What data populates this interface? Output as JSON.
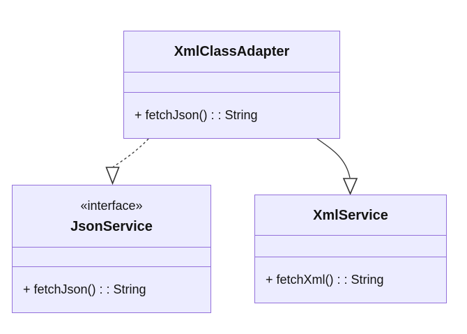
{
  "diagram": {
    "type": "uml-class-diagram",
    "colors": {
      "node_fill": "#ECECFF",
      "node_border": "#9370DB",
      "edge_stroke": "#333333",
      "text": "#131313",
      "background": "#ffffff"
    },
    "classes": [
      {
        "id": "XmlClassAdapter",
        "stereotype": "",
        "title": "XmlClassAdapter",
        "attributes": [],
        "methods": [
          "+ fetchJson() : : String"
        ]
      },
      {
        "id": "JsonService",
        "stereotype": "«interface»",
        "title": "JsonService",
        "attributes": [],
        "methods": [
          "+ fetchJson() : : String"
        ]
      },
      {
        "id": "XmlService",
        "stereotype": "",
        "title": "XmlService",
        "attributes": [],
        "methods": [
          "+ fetchXml() : : String"
        ]
      }
    ],
    "edges": [
      {
        "from": "XmlClassAdapter",
        "to": "JsonService",
        "line": "dashed",
        "type": "realization",
        "arrowhead": "hollow-triangle"
      },
      {
        "from": "XmlClassAdapter",
        "to": "XmlService",
        "line": "solid",
        "type": "generalization",
        "arrowhead": "hollow-triangle"
      }
    ]
  }
}
